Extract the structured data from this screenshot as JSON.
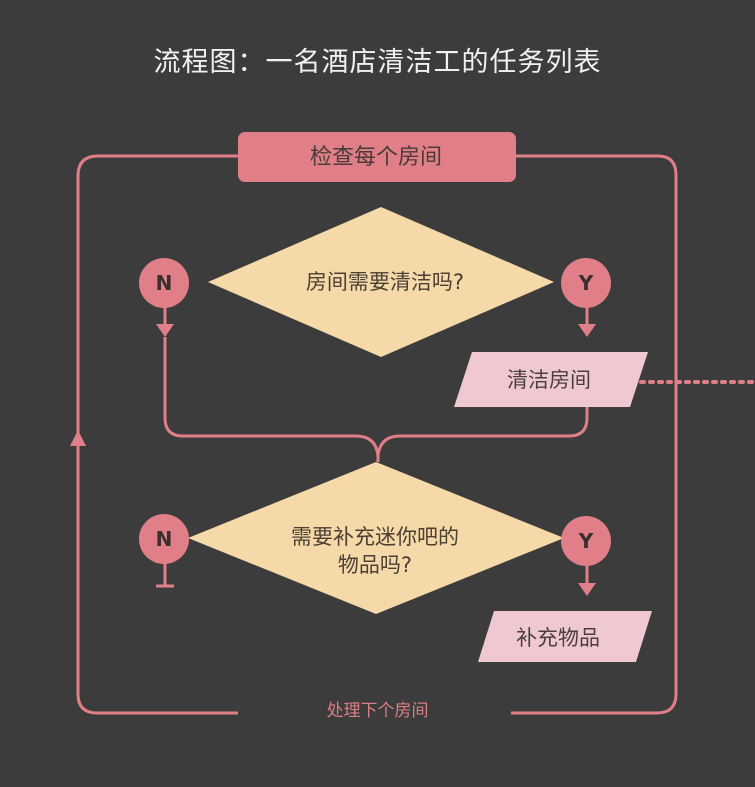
{
  "title": "流程图：一名酒店清洁工的任务列表",
  "nodes": {
    "start": "检查每个房间",
    "decision1": "房间需要清洁吗?",
    "process1": "清洁房间",
    "decision2_line1": "需要补充迷你吧的",
    "decision2_line2": "物品吗?",
    "process2": "补充物品",
    "loop": "处理下个房间"
  },
  "branches": {
    "no": "N",
    "yes": "Y"
  },
  "colors": {
    "background": "#3c3c3c",
    "line": "#e07f88",
    "start_fill": "#e07f88",
    "decision_fill": "#f5d9a8",
    "process_fill": "#f0c9d0",
    "badge_fill": "#e07f88",
    "title_text": "#f2f2f2"
  }
}
